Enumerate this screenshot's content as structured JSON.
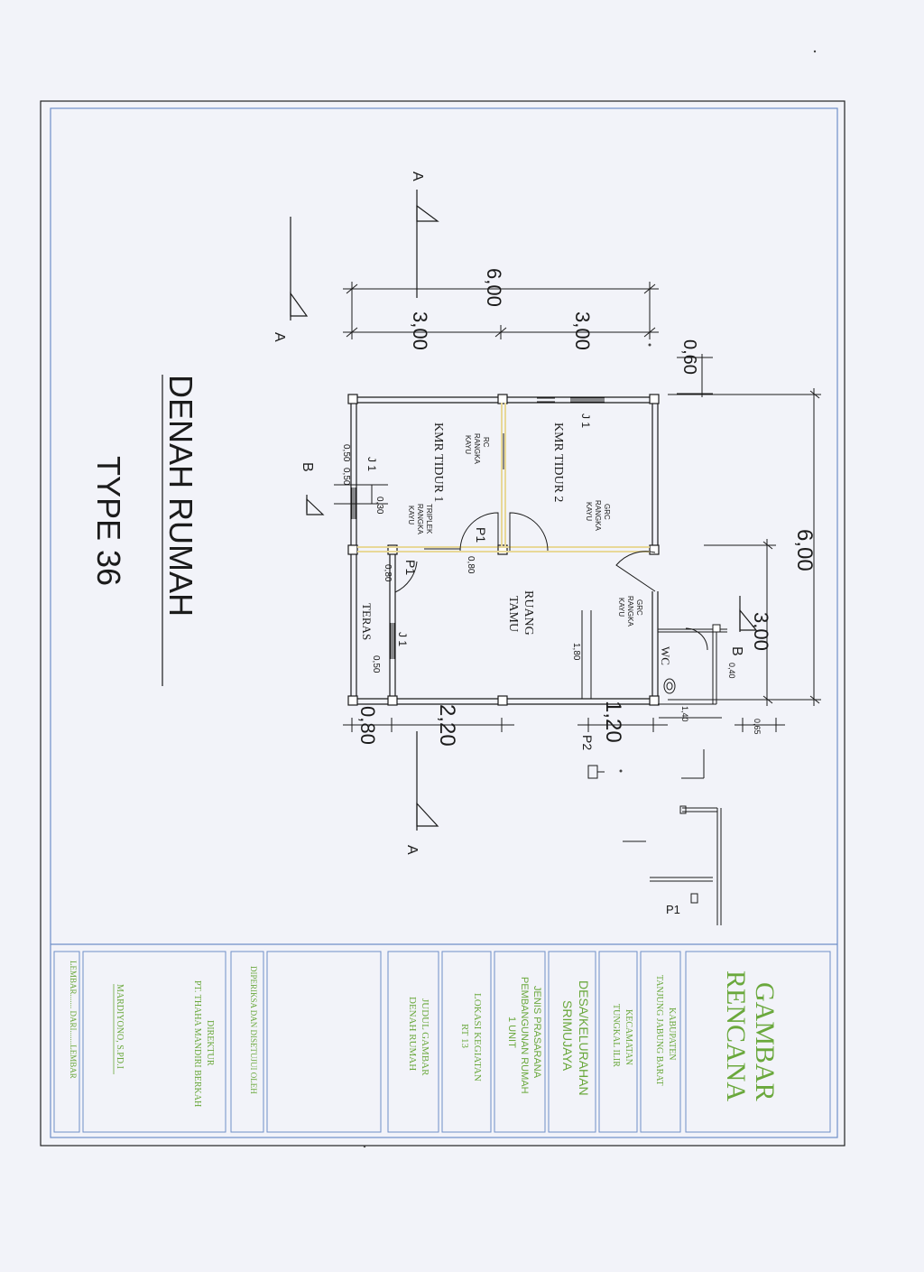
{
  "drawing": {
    "title": "DENAH RUMAH",
    "subtitle": "TYPE 36",
    "section_labels": {
      "a": "A",
      "b": "B"
    },
    "dimensions": {
      "top_total": "6,00",
      "top_left": "3,00",
      "top_right": "3,00",
      "top_small": "0,60",
      "right_total": "6,00",
      "right_part": "3,00",
      "bottom_main": "2,20",
      "bottom_teras": "0,80",
      "bottom_wc": "1,20",
      "small_050a": "0,50",
      "small_050b": "0,50",
      "small_030": "0,30",
      "small_080a": "0,80",
      "small_080b": "0,80",
      "small_050c": "0,50",
      "small_180": "1,80",
      "small_140": "1,40",
      "small_065": "0,65",
      "small_040": "0,40"
    },
    "rooms": {
      "bed2": "KMR TIDUR 2",
      "bed1": "KMR TIDUR 1",
      "living_1": "RUANG",
      "living_2": "TAMU",
      "teras": "TERAS",
      "wc": "WC"
    },
    "materials": {
      "grc1_1": "GRC",
      "grc1_2": "RANGKA",
      "grc1_3": "KAYU",
      "rc_1": "RC",
      "rc_2": "RANGKA",
      "rc_3": "KAYU",
      "trip_1": "TRIPLEK",
      "trip_2": "RANGKA",
      "trip_3": "KAYU",
      "grc2_1": "GRC",
      "grc2_2": "RANGKA",
      "grc2_3": "KAYU"
    },
    "openings": {
      "j1_a": "J 1",
      "j1_b": "J 1",
      "j1_c": "J 1",
      "p1_a": "P1",
      "p1_b": "P1",
      "p2": "P2",
      "p1_legend": "P1"
    }
  },
  "title_block": {
    "header_1": "GAMBAR",
    "header_2": "RENCANA",
    "kabupaten_1": "KABUPATEN",
    "kabupaten_2": "TANJUNG JABUNG BARAT",
    "kecamatan_1": "KECAMATAN",
    "kecamatan_2": "TUNGKAL ILIR",
    "desa_1": "DESA/KELURAHAN",
    "desa_2": "SRIMUJAYA",
    "jenis_1": "JENIS PRASARANA",
    "jenis_2": "PEMBANGUNAN RUMAH",
    "jenis_3": "1 UNIT",
    "lokasi_1": "LOKASI KEGIATAN",
    "lokasi_2": "RT 13",
    "judul_1": "JUDUL GAMBAR",
    "judul_2": "DENAH RUMAH",
    "diperiksa": "DIPERIKSA DAN DISETUJUI OLEH",
    "direktur_1": "DIREKTUR",
    "direktur_2": "PT. THAHA MANDIRI BERKAH",
    "signer": "MARDIYONO, S.PD.I",
    "lembar": "LEMBAR....... DARI.......LEMBAR"
  },
  "colors": {
    "frame": "#6f8fc8",
    "ink": "#1b1b1b",
    "title_text": "#6aa83c",
    "partition": "#e8d898"
  }
}
